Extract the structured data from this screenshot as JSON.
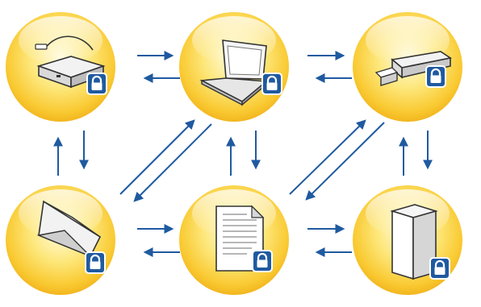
{
  "colors": {
    "orb_light": "#fff7c2",
    "orb_mid": "#fdd84a",
    "orb_dark": "#f0b21a",
    "arrow": "#1f5aa0",
    "lock": "#1f5aa0"
  },
  "nodes": [
    {
      "id": "external-drive",
      "icon": "external-drive-icon"
    },
    {
      "id": "laptop",
      "icon": "laptop-icon"
    },
    {
      "id": "usb-drive",
      "icon": "usb-drive-icon"
    },
    {
      "id": "email",
      "icon": "envelope-icon"
    },
    {
      "id": "document",
      "icon": "document-icon"
    },
    {
      "id": "server",
      "icon": "server-tower-icon"
    }
  ],
  "connections": [
    {
      "from": "external-drive",
      "to": "laptop",
      "bidirectional": true
    },
    {
      "from": "laptop",
      "to": "usb-drive",
      "bidirectional": true
    },
    {
      "from": "external-drive",
      "to": "email",
      "bidirectional": true
    },
    {
      "from": "laptop",
      "to": "document",
      "bidirectional": true
    },
    {
      "from": "usb-drive",
      "to": "server",
      "bidirectional": true
    },
    {
      "from": "email",
      "to": "document",
      "bidirectional": true
    },
    {
      "from": "document",
      "to": "server",
      "bidirectional": true
    },
    {
      "from": "email",
      "to": "laptop",
      "bidirectional": true
    },
    {
      "from": "document",
      "to": "usb-drive",
      "bidirectional": true
    }
  ]
}
